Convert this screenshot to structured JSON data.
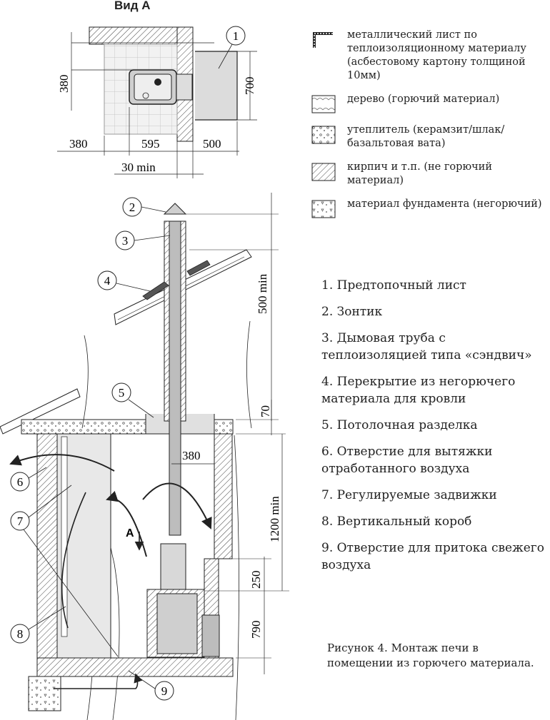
{
  "view": {
    "title": "Вид А",
    "dims": {
      "d380_left": "380",
      "d700": "700",
      "d380_bottom": "380",
      "d595": "595",
      "d500": "500",
      "d30": "30 min"
    },
    "callout": "1"
  },
  "section": {
    "dims": {
      "d500min": "500 min",
      "d70": "70",
      "d380": "380",
      "d1200min": "1200 min",
      "d250": "250",
      "d790": "790"
    },
    "view_marker": "А",
    "callouts": [
      "2",
      "3",
      "4",
      "5",
      "6",
      "7",
      "8",
      "9"
    ]
  },
  "legend": [
    {
      "icon": "sheet-icon",
      "text": "металлический лист по теплоизоляционному материалу (асбестовому картону толщиной 10мм)"
    },
    {
      "icon": "wood-icon",
      "text": "дерево (горючий материал)"
    },
    {
      "icon": "insulation-icon",
      "text": "утеплитель (керамзит/шлак/ базальтовая вата)"
    },
    {
      "icon": "brick-icon",
      "text": "кирпич и т.п. (не горючий материал)"
    },
    {
      "icon": "foundation-icon",
      "text": "материал фундамента (негорючий)"
    }
  ],
  "items": [
    "1. Предтопочный лист",
    "2. Зонтик",
    "3. Дымовая труба с теплоизоляцией типа «сэндвич»",
    "4. Перекрытие из негорючего материала для кровли",
    "5. Потолочная разделка",
    "6. Отверстие для вытяжки отработанного воздуха",
    "7. Регулируемые задвижки",
    "8. Вертикальный короб",
    "9. Отверстие для притока свежего воздуха"
  ],
  "caption": "Рисунок 4. Монтаж печи в помещении из горючего материала.",
  "colors": {
    "line": "#222222",
    "fill_grey": "#dddddd",
    "brick_fill": "#ffffff"
  }
}
